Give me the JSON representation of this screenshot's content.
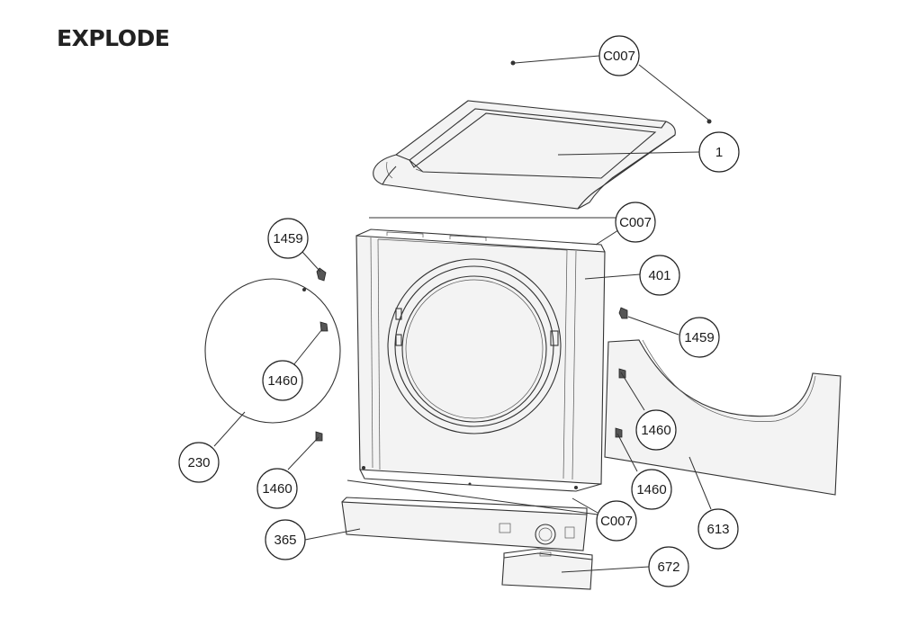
{
  "title": "EXPLODE",
  "callouts": {
    "c007_top": "C007",
    "part_1": "1",
    "c007_mid": "C007",
    "part_401": "401",
    "part_1459_left": "1459",
    "part_1459_right": "1459",
    "part_1460_left_upper": "1460",
    "part_1460_left_lower": "1460",
    "part_1460_right_upper": "1460",
    "part_1460_right_lower": "1460",
    "part_230": "230",
    "c007_bottom": "C007",
    "part_365": "365",
    "part_613": "613",
    "part_672": "672"
  },
  "colors": {
    "line": "#333333",
    "background": "#ffffff"
  }
}
